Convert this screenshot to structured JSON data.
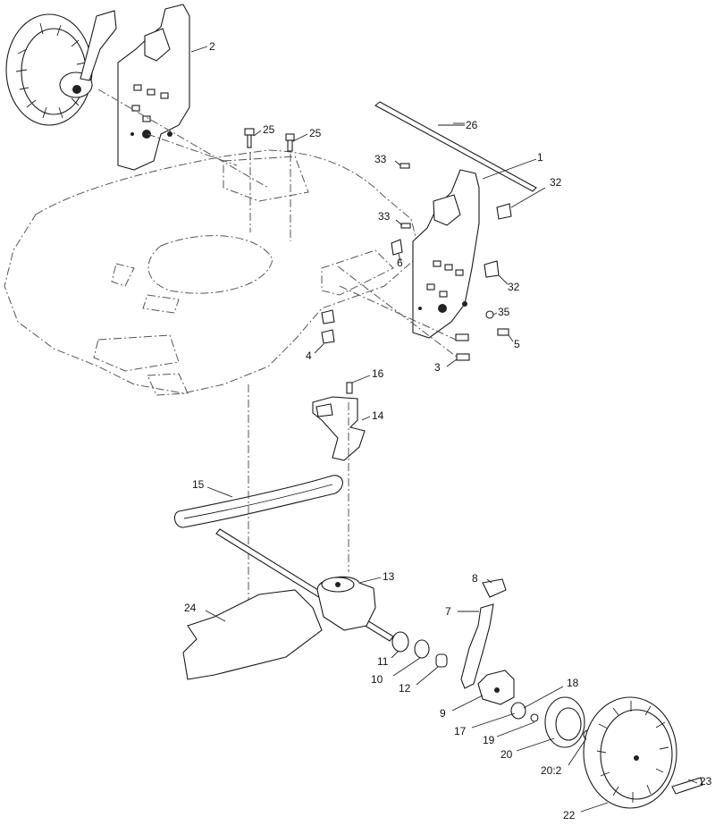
{
  "callouts": {
    "c1": "1",
    "c2": "2",
    "c3": "3",
    "c4": "4",
    "c5": "5",
    "c6": "6",
    "c7": "7",
    "c8": "8",
    "c9": "9",
    "c10": "10",
    "c11": "11",
    "c12": "12",
    "c13": "13",
    "c14": "14",
    "c15": "15",
    "c16": "16",
    "c17": "17",
    "c18": "18",
    "c19": "19",
    "c20": "20",
    "c20_2": "20:2",
    "c22": "22",
    "c23": "23",
    "c24": "24",
    "c25a": "25",
    "c25b": "25",
    "c26": "26",
    "c32a": "32",
    "c32b": "32",
    "c33a": "33",
    "c33b": "33",
    "c35": "35"
  }
}
